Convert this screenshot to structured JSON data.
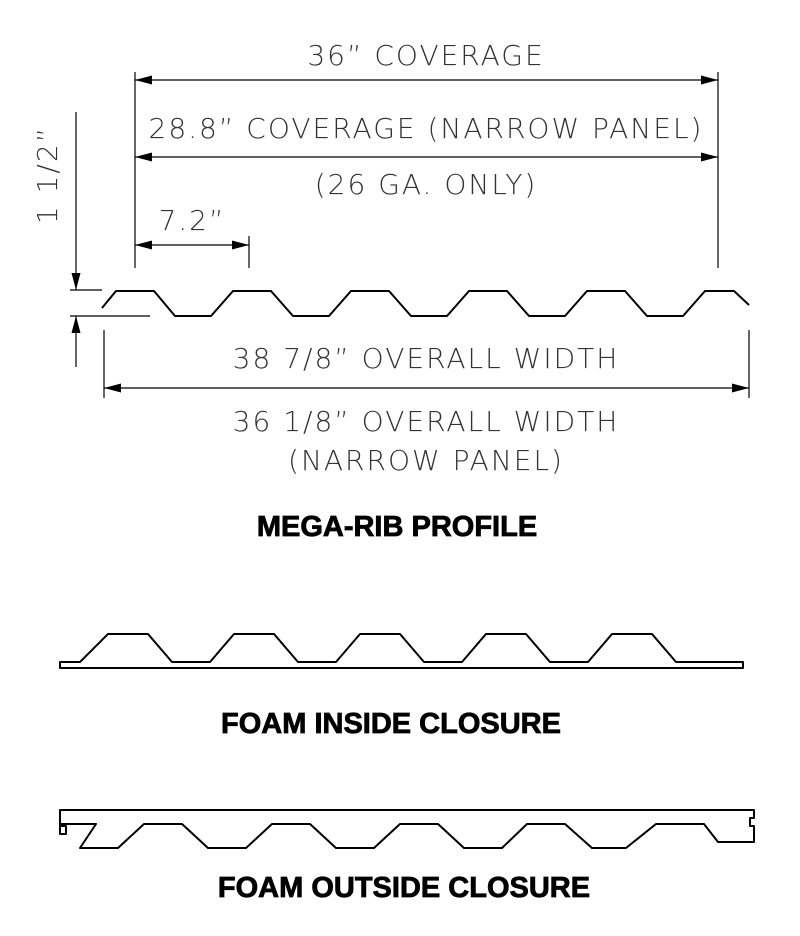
{
  "dimensions": {
    "coverage_36": "36” COVERAGE",
    "coverage_narrow": "28.8” COVERAGE (NARROW PANEL)",
    "gauge_note": "(26 GA. ONLY)",
    "rib_spacing": "7.2”",
    "rib_height": "1 1/2”",
    "overall_width": "38 7/8” OVERALL WIDTH",
    "overall_width_narrow": "36 1/8” OVERALL WIDTH",
    "narrow_panel_note": "(NARROW PANEL)"
  },
  "sections": {
    "profile_title": "MEGA-RIB PROFILE",
    "inside_closure_title": "FOAM INSIDE CLOSURE",
    "outside_closure_title": "FOAM OUTSIDE CLOSURE"
  }
}
